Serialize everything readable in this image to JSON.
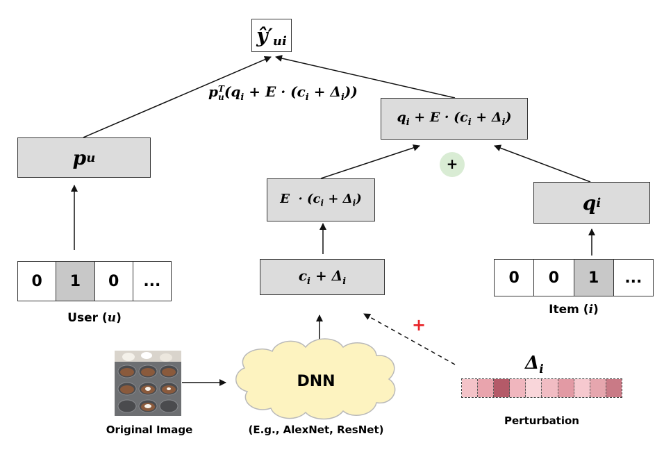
{
  "output": {
    "symbol": "ŷ′",
    "sub": "ui"
  },
  "formula_top": {
    "p": "p",
    "p_sup": "T",
    "p_sub": "u",
    "rest_a": "(q",
    "rest_a_sub": "i",
    "rest_b": " + E · (c",
    "rest_b_sub": "i",
    "rest_c": " + Δ",
    "rest_c_sub": "i",
    "rest_d": "))"
  },
  "user_embedding": {
    "main": "p",
    "sub": "u"
  },
  "combined_box": {
    "a": "q",
    "a_sub": "i",
    "b": " + E · (c",
    "b_sub": "i",
    "c": " + Δ",
    "c_sub": "i",
    "d": ")"
  },
  "plus_circle": "+",
  "e_box": {
    "a": "E  · (c",
    "a_sub": "i",
    "b": " + Δ",
    "b_sub": "i",
    "c": ")"
  },
  "item_embedding": {
    "main": "q",
    "sub": "i"
  },
  "c_box": {
    "a": "c",
    "a_sub": "i",
    "b": " + Δ",
    "b_sub": "i"
  },
  "user_vector": {
    "cells": [
      "0",
      "1",
      "0",
      "..."
    ],
    "active_index": 1,
    "label": "User (",
    "label_var": "u",
    "label_end": ")"
  },
  "item_vector": {
    "cells": [
      "0",
      "0",
      "1",
      "..."
    ],
    "active_index": 2,
    "label": "Item (",
    "label_var": "i",
    "label_end": ")"
  },
  "red_plus": "+",
  "delta_label": {
    "main": "Δ",
    "sub": "i"
  },
  "dnn": {
    "label": "DNN",
    "caption": "(E.g., AlexNet, ResNet)"
  },
  "original_image_label": "Original Image",
  "perturbation_label": "Perturbation",
  "colors": {
    "box_fill": "#dcdcdc",
    "cloud_fill": "#fdf3c0",
    "plus_circle_fill": "#d9ecd4",
    "red_plus": "#e8262a",
    "perturbation_cells": [
      "#f4c3c8",
      "#e9a4ad",
      "#b45a68",
      "#f0b6be",
      "#f9d6da",
      "#f1bcc3",
      "#e29aa4",
      "#f6c9cf",
      "#e6a6ae",
      "#c97a86"
    ]
  }
}
